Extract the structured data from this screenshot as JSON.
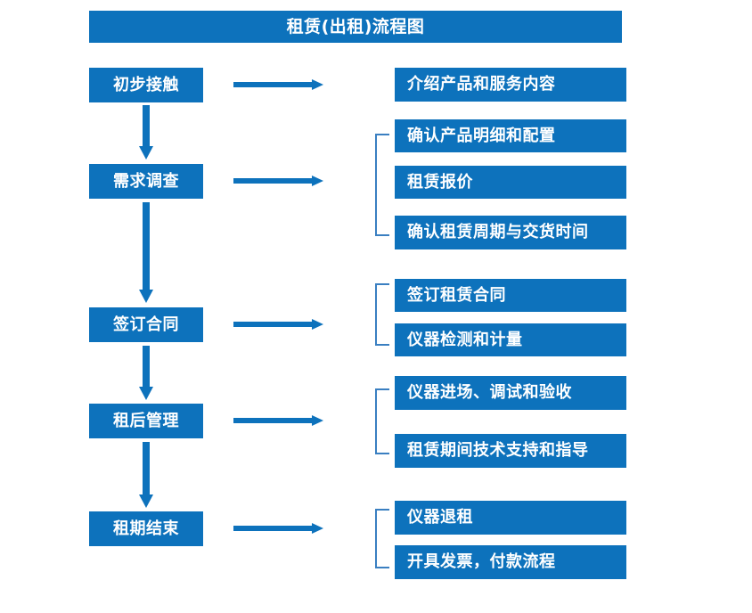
{
  "diagram": {
    "title": "租赁(出租)流程图",
    "accent_color": "#0d72bc",
    "bracket_color": "#3a7fc1",
    "background_color": "#ffffff",
    "text_color": "#ffffff"
  },
  "stages": [
    {
      "label": "初步接触"
    },
    {
      "label": "需求调查"
    },
    {
      "label": "签订合同"
    },
    {
      "label": "租后管理"
    },
    {
      "label": "租期结束"
    }
  ],
  "details": [
    {
      "label": "介绍产品和服务内容"
    },
    {
      "label": "确认产品明细和配置"
    },
    {
      "label": "租赁报价"
    },
    {
      "label": "确认租赁周期与交货时间"
    },
    {
      "label": "签订租赁合同"
    },
    {
      "label": "仪器检测和计量"
    },
    {
      "label": "仪器进场、调试和验收"
    },
    {
      "label": "租赁期间技术支持和指导"
    },
    {
      "label": "仪器退租"
    },
    {
      "label": "开具发票，付款流程"
    }
  ],
  "connectors": {
    "horizontal_arrow_icon": "arrow-right-icon",
    "vertical_arrow_icon": "arrow-down-icon",
    "bracket_icon": "group-bracket-icon"
  }
}
